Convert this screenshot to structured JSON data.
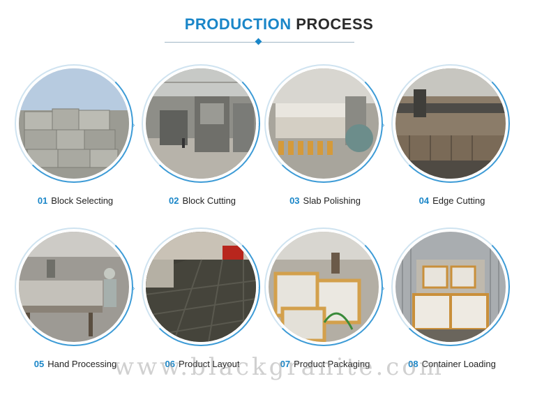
{
  "header": {
    "title_highlight": "PRODUCTION",
    "title_rest": "PROCESS"
  },
  "steps": [
    {
      "num": "01",
      "label": "Block Selecting"
    },
    {
      "num": "02",
      "label": "Block Cutting"
    },
    {
      "num": "03",
      "label": "Slab Polishing"
    },
    {
      "num": "04",
      "label": "Edge Cutting"
    },
    {
      "num": "05",
      "label": "Hand Processing"
    },
    {
      "num": "06",
      "label": "Product Layout"
    },
    {
      "num": "07",
      "label": "Product Packaging"
    },
    {
      "num": "08",
      "label": "Container Loading"
    }
  ],
  "watermark": "www.blackgranite.com",
  "colors": {
    "accent": "#1a86c8",
    "ring": "#3d9bd6",
    "text": "#222222"
  }
}
